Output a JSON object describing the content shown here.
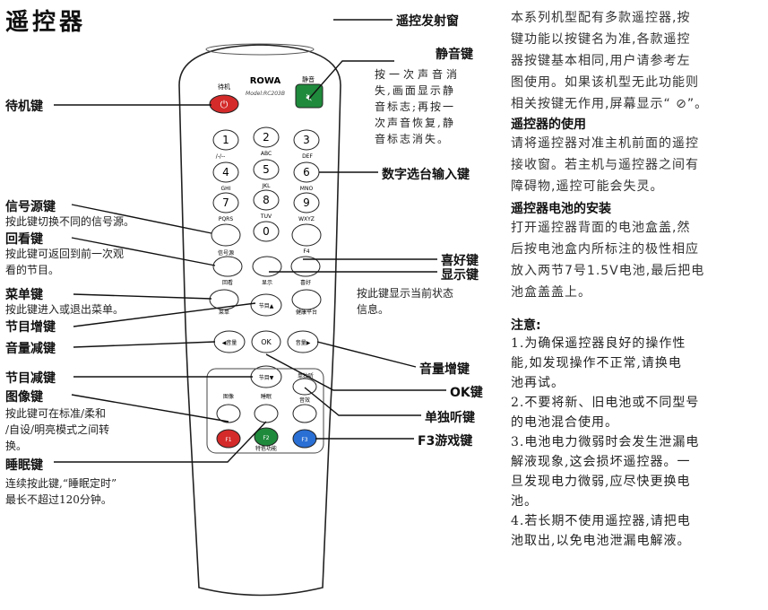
{
  "title": "遥控器",
  "remote": {
    "brand": "ROWA",
    "model": "Model:RC203B",
    "keys": {
      "standby": "待机",
      "mute": "静音",
      "n1": "1",
      "n2": "2",
      "n3": "3",
      "n4": "4",
      "n5": "5",
      "n6": "6",
      "n7": "7",
      "n8": "8",
      "n9": "9",
      "n0": "0",
      "abc": "ABC",
      "def": "DEF",
      "ghi": "GHI",
      "jkl": "JKL",
      "mno": "MNO",
      "pqrs": "PQRS",
      "tuv": "TUV",
      "wxyz": "WXYZ",
      "dash": "/-/--",
      "source": "信号源",
      "f4": "F4",
      "recall": "回看",
      "display": "显示",
      "favorite": "喜好",
      "menu": "菜单",
      "health": "健康平台",
      "ch_up": "节目▲",
      "ch_down": "节目▼",
      "vol_down": "◀音量",
      "vol_up": "音量▶",
      "ok": "OK",
      "picture": "图像",
      "sleep": "睡眠",
      "audio_only": "单独听",
      "sound": "音效",
      "f1": "F1",
      "f2": "F2",
      "f3": "F3",
      "special": "特色功能"
    }
  },
  "left_labels": {
    "standby": "待机键",
    "source": "信号源键",
    "source_desc": "按此键切换不同的信号源。",
    "recall": "回看键",
    "recall_desc1": "按此键可返回到前一次观",
    "recall_desc2": "看的节目。",
    "menu": "菜单键",
    "menu_desc": "按此键进入或退出菜单。",
    "ch_up": "节目增键",
    "vol_down": "音量减键",
    "ch_down": "节目减键",
    "picture": "图像键",
    "picture_desc1": "按此键可在标准/柔和",
    "picture_desc2": "/自设/明亮模式之间转",
    "picture_desc3": "换。",
    "sleep": "睡眠键",
    "sleep_desc1": "连续按此键,“睡眠定时”",
    "sleep_desc2": "最长不超过120分钟。"
  },
  "right_labels": {
    "ir_window": "遥控发射窗",
    "mute": "静音键",
    "mute_desc1": "按一次声音消",
    "mute_desc2": "失,画面显示静",
    "mute_desc3": "音标志;再按一",
    "mute_desc4": "次声音恢复,静",
    "mute_desc5": "音标志消失。",
    "digits": "数字选台输入键",
    "favorite": "喜好键",
    "display": "显示键",
    "display_desc1": "按此键显示当前状态",
    "display_desc2": "信息。",
    "vol_up": "音量增键",
    "ok": "OK键",
    "audio_only": "单独听键",
    "f3_game": "F3游戏键"
  },
  "side": {
    "p1": [
      "本系列机型配有多款遥控器,按",
      "键功能以按键名为准,各款遥控",
      "器按键基本相同,用户请参考左",
      "图使用。如果该机型无此功能则",
      "相关按键无作用,屏幕显示“ ⊘”。"
    ],
    "h1": "遥控器的使用",
    "p2": [
      "请将遥控器对准主机前面的遥控",
      "接收窗。若主机与遥控器之间有",
      "障碍物,遥控可能会失灵。"
    ],
    "h2": "遥控器电池的安装",
    "p3": [
      "打开遥控器背面的电池盒盖,然",
      "后按电池盒内所标注的极性相应",
      "放入两节7号1.5V电池,最后把电",
      "池盒盖盖上。"
    ],
    "h3": "注意:",
    "notes": [
      "1.为确保遥控器良好的操作性",
      "能,如发现操作不正常,请换电",
      "池再试。",
      "2.不要将新、旧电池或不同型号",
      "的电池混合使用。",
      "3.电池电力微弱时会发生泄漏电",
      "解液现象,这会损坏遥控器。一",
      "旦发现电力微弱,应尽快更换电",
      "池。",
      "4.若长期不使用遥控器,请把电",
      "池取出,以免电池泄漏电解液。"
    ]
  },
  "colors": {
    "power": "#d42a2a",
    "mute": "#1f8a3c",
    "f1": "#d42a2a",
    "f2": "#1f8a3c",
    "f3": "#2a6fd4"
  }
}
